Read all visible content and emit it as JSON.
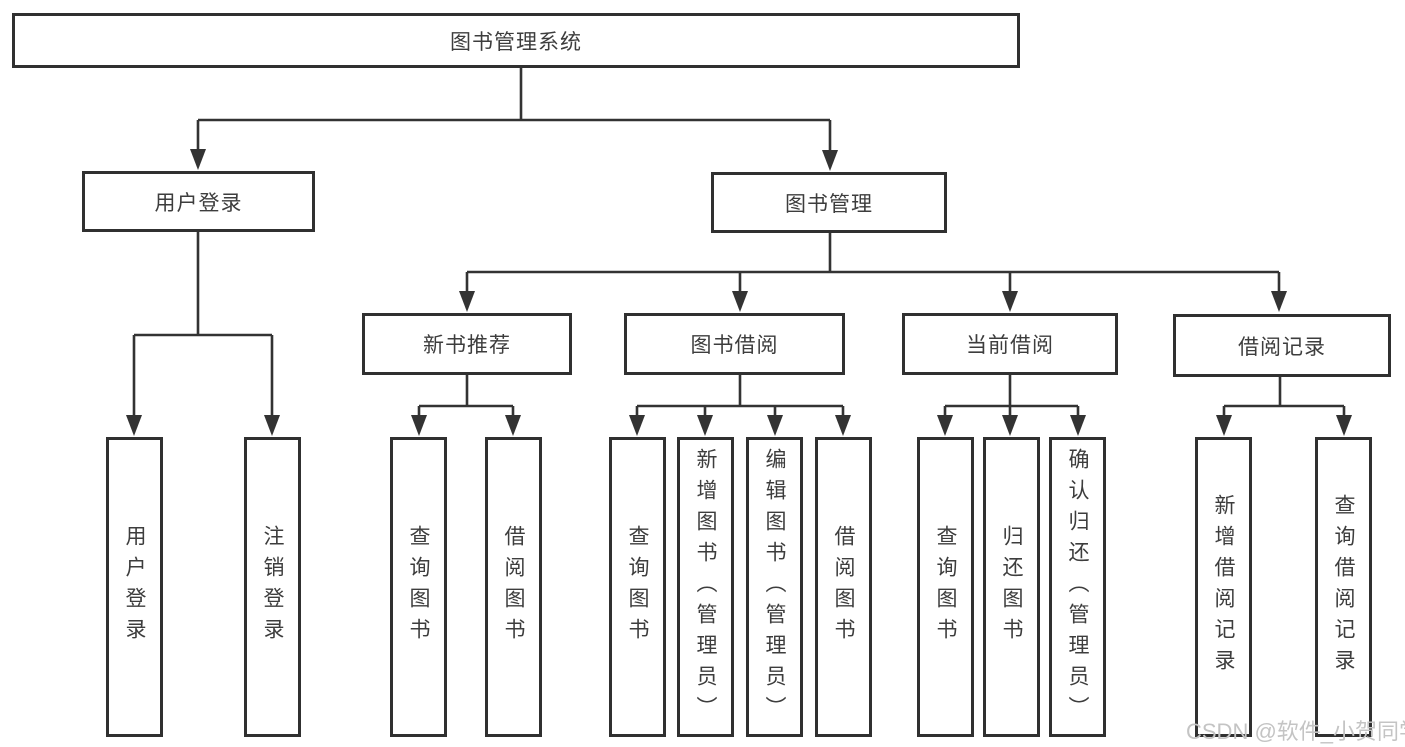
{
  "diagram_type": "hierarchy-structure-chart",
  "colors": {
    "line": "#333333",
    "box_border": "#303030",
    "text": "#3d3d3d",
    "watermark": "#c4c4c4",
    "background": "#ffffff"
  },
  "watermark": "CSDN @软件_小贺同学",
  "tree": {
    "label": "图书管理系统",
    "children": [
      {
        "label": "用户登录",
        "children": [
          {
            "label": "用户登录"
          },
          {
            "label": "注销登录"
          }
        ]
      },
      {
        "label": "图书管理",
        "children": [
          {
            "label": "新书推荐",
            "children": [
              {
                "label": "查询图书"
              },
              {
                "label": "借阅图书"
              }
            ]
          },
          {
            "label": "图书借阅",
            "children": [
              {
                "label": "查询图书"
              },
              {
                "label": "新增图书（管理员）"
              },
              {
                "label": "编辑图书（管理员）"
              },
              {
                "label": "借阅图书"
              }
            ]
          },
          {
            "label": "当前借阅",
            "children": [
              {
                "label": "查询图书"
              },
              {
                "label": "归还图书"
              },
              {
                "label": "确认归还（管理员）"
              }
            ]
          },
          {
            "label": "借阅记录",
            "children": [
              {
                "label": "新增借阅记录"
              },
              {
                "label": "查询借阅记录"
              }
            ]
          }
        ]
      }
    ]
  }
}
